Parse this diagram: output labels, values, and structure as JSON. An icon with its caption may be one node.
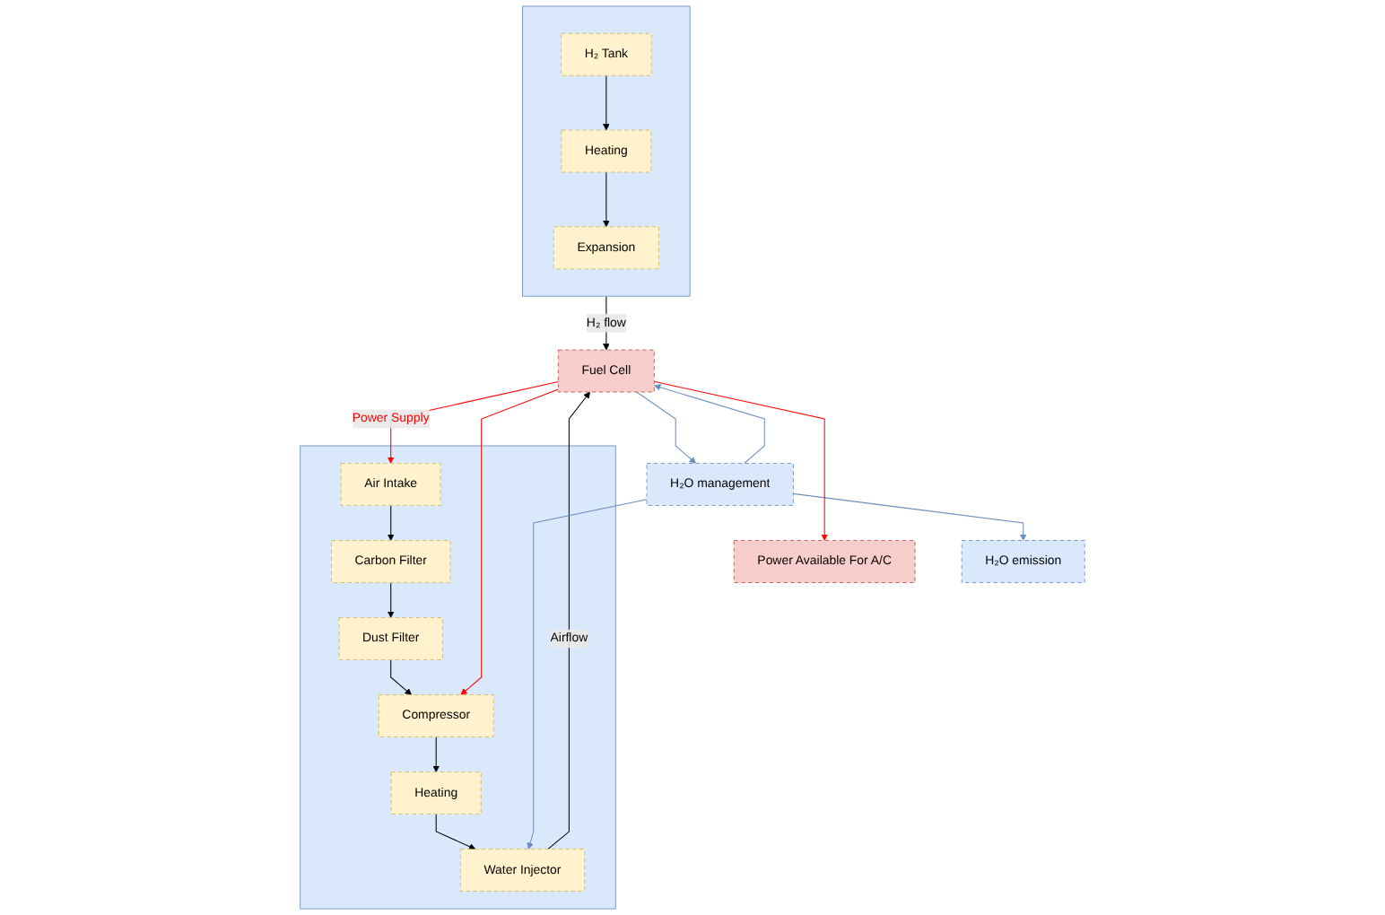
{
  "diagram": {
    "nodes": [
      {
        "text": [],
        "shape": "box"
      },
      {
        "text": [
          "Air Intake"
        ],
        "in": 0
      },
      {
        "text": [
          "Carbon Filter"
        ],
        "in": 0
      },
      {
        "text": [
          "Dust Filter"
        ],
        "in": 0
      },
      {
        "text": [
          "Compressor"
        ],
        "in": 0
      },
      {
        "text": [
          "Heating"
        ],
        "in": 0
      },
      {
        "text": [
          "Water Injector"
        ],
        "in": 0
      },
      {
        "text": [],
        "shape": "box"
      },
      {
        "text": [
          "H₂ Tank"
        ],
        "in": 7
      },
      {
        "text": [
          "Heating"
        ],
        "in": 7
      },
      {
        "text": [
          "Expansion"
        ],
        "in": 7
      },
      {
        "text": [
          "Fuel Cell"
        ]
      },
      {
        "text": [
          "H₂O management"
        ]
      },
      {
        "text": [
          "H₂O emission"
        ]
      },
      {
        "text": [
          "Power Available For A/C"
        ]
      }
    ],
    "edges": [
      {
        "from": 1,
        "to": 2,
        "arrow": "to"
      },
      {
        "from": 2,
        "to": 3,
        "arrow": "to"
      },
      {
        "from": 3,
        "to": 4,
        "arrow": "to"
      },
      {
        "from": 4,
        "to": 5,
        "arrow": "to"
      },
      {
        "from": 5,
        "to": 6,
        "arrow": "to"
      },
      {
        "from": 8,
        "to": 9,
        "arrow": "to"
      },
      {
        "from": 9,
        "to": 10,
        "arrow": "to"
      },
      {
        "from": 7,
        "to": 11,
        "arrow": "to",
        "label": "H₂ flow"
      },
      {
        "from": 11,
        "to": 1,
        "arrow": "to",
        "label": "Power Supply",
        "color": "#ff0000"
      },
      {
        "from": 11,
        "to": 4,
        "arrow": "to",
        "color": "#ff0000"
      },
      {
        "from": 6,
        "to": 11,
        "arrow": "to",
        "label": "Airflow"
      },
      {
        "from": 11,
        "to": 12,
        "arrow": "to",
        "color": "#6c8ebf"
      },
      {
        "from": 12,
        "to": 11,
        "arrow": "to",
        "color": "#6c8ebf"
      },
      {
        "from": 12,
        "to": 13,
        "arrow": "to",
        "color": "#6c8ebf"
      },
      {
        "from": 12,
        "to": 6,
        "arrow": "to",
        "color": "#6c8ebf"
      },
      {
        "from": 11,
        "to": 14,
        "arrow": "to",
        "color": "#ff0000"
      }
    ]
  }
}
